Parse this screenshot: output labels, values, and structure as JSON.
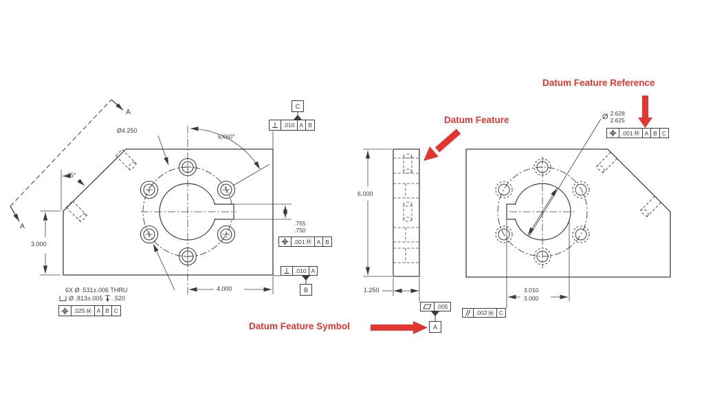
{
  "colors": {
    "line": "#3b3b3b",
    "red": "#e3362f",
    "background": "#ffffff"
  },
  "annotations": {
    "datum_feature_reference": "Datum Feature Reference",
    "datum_feature": "Datum Feature",
    "datum_feature_symbol": "Datum Feature Symbol"
  },
  "section": {
    "label_top": "A",
    "label_bottom": "A"
  },
  "front_view": {
    "bolt_circle_dia": "Ø4.250",
    "pattern_angle": "6X60°",
    "chamfer_angle": "45°",
    "left_height": "3.000",
    "bottom_width": "4.000",
    "slot_upper": ".755",
    "slot_lower": ".750",
    "hole_note_line1": "6X Ø .531±.006 THRU",
    "cbore_note": "Ø .813±.005",
    "cbore_depth": ".520"
  },
  "side_view": {
    "height": "6.000",
    "width": "1.250"
  },
  "back_view": {
    "bore_dia_symbol": "Ø",
    "bore_upper": "2.628",
    "bore_lower": "2.625",
    "slot_upper": "3.010",
    "slot_lower": "3.000"
  },
  "datums": {
    "a": "A",
    "b": "B",
    "c": "C"
  },
  "fcf": {
    "datum_c": {
      "tol": ".010",
      "d1": "A",
      "d2": "B"
    },
    "datum_b": {
      "tol": ".010",
      "d1": "A"
    },
    "slot": {
      "tol": ".001",
      "mod": "Ⓜ",
      "d1": "A",
      "d2": "B"
    },
    "holes": {
      "tol": ".025",
      "mod": "Ⓜ",
      "d1": "A",
      "d2": "B",
      "d3": "C"
    },
    "flatness": {
      "tol": ".005"
    },
    "bore": {
      "tol": ".001",
      "mod": "Ⓜ",
      "d1": "A",
      "d2": "B",
      "d3": "C"
    },
    "parallel": {
      "tol": ".002",
      "mod": "Ⓜ",
      "d1": "C"
    }
  }
}
